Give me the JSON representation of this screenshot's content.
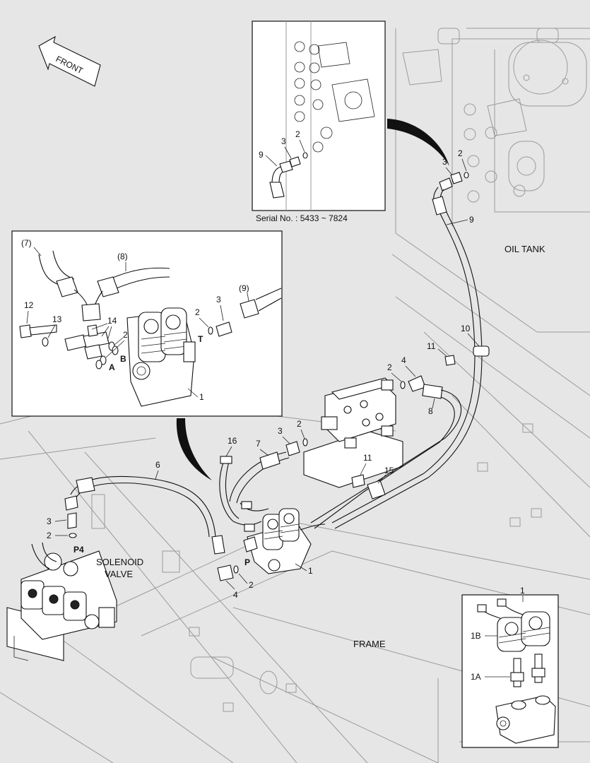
{
  "labels": {
    "front": "FRONT",
    "oil_tank": "OIL TANK",
    "frame": "FRAME",
    "solenoid_1": "SOLENOID",
    "solenoid_2": "VALVE",
    "serial": "Serial No. : 5433 ~ 7824"
  },
  "callouts": {
    "c1": "1",
    "c2": "2",
    "c3": "3",
    "c4": "4",
    "c6": "6",
    "c7": "7",
    "c8": "8",
    "c9": "9",
    "c10": "10",
    "c11": "11",
    "c12": "12",
    "c13": "13",
    "c14": "14",
    "c15": "15",
    "c16": "16",
    "c1a": "1A",
    "c1b": "1B",
    "p7": "(7)",
    "p8": "(8)",
    "p9": "(9)"
  },
  "ports": {
    "a": "A",
    "b": "B",
    "t": "T",
    "p": "P",
    "p4": "P4"
  },
  "colors": {
    "background": "#e6e6e6",
    "line": "#111111",
    "ghost": "#9a9a9a",
    "panel": "#ffffff"
  }
}
